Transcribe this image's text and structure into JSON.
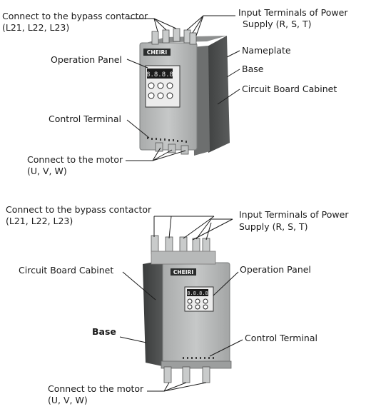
{
  "brand": "CHEIRI",
  "diagram_top": {
    "bypass_contactor": "Connect to the bypass contactor",
    "bypass_terminals": "(L21, L22, L23)",
    "input_terminals": "Input Terminals of Power",
    "input_supply": "Supply (R, S, T)",
    "operation_panel": "Operation Panel",
    "nameplate": "Nameplate",
    "base": "Base",
    "circuit_board_cabinet": "Circuit Board Cabinet",
    "control_terminal": "Control Terminal",
    "connect_motor": "Connect to the motor",
    "motor_terminals": "(U, V, W)",
    "display_value": "8.8.8.8"
  },
  "diagram_bottom": {
    "bypass_contactor": "Connect to the bypass contactor",
    "bypass_terminals": "(L21, L22, L23)",
    "input_terminals": "Input Terminals of Power",
    "input_supply": "Supply (R, S, T)",
    "circuit_board_cabinet": "Circuit Board Cabinet",
    "operation_panel": "Operation Panel",
    "base": "Base",
    "control_terminal": "Control Terminal",
    "connect_motor": "Connect to the motor",
    "motor_terminals": "(U, V, W)",
    "display_value": "8.8.8.8"
  }
}
